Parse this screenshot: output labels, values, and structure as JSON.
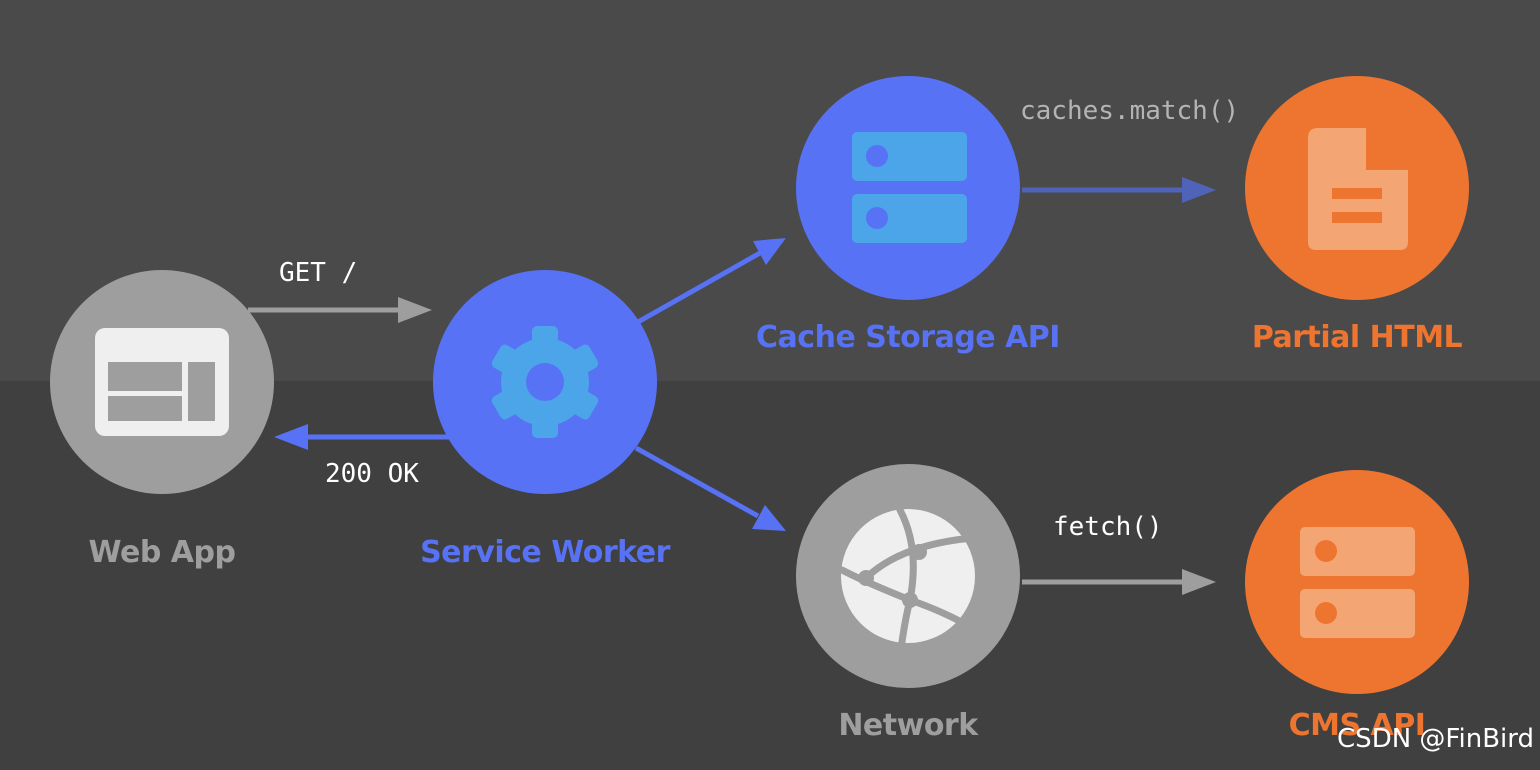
{
  "colors": {
    "gray": "#9e9e9e",
    "blue": "#5872f5",
    "light_blue": "#4ba5e8",
    "orange": "#ee7530",
    "light_orange": "#f3a673",
    "dark_blue_arrow": "#4f64b8",
    "icon_white": "#efefef"
  },
  "nodes": {
    "web_app": {
      "label": "Web App",
      "icon": "browser-window-icon"
    },
    "service_worker": {
      "label": "Service Worker",
      "icon": "gear-icon"
    },
    "cache_storage": {
      "label": "Cache Storage API",
      "icon": "storage-server-icon"
    },
    "network": {
      "label": "Network",
      "icon": "globe-network-icon"
    },
    "partial_html": {
      "label": "Partial HTML",
      "icon": "document-icon"
    },
    "cms_api": {
      "label": "CMS API",
      "icon": "storage-server-icon"
    }
  },
  "edges": {
    "request": "GET /",
    "response": "200 OK",
    "cache_call": "caches.match()",
    "network_call": "fetch()"
  },
  "watermark": "CSDN @FinBird"
}
